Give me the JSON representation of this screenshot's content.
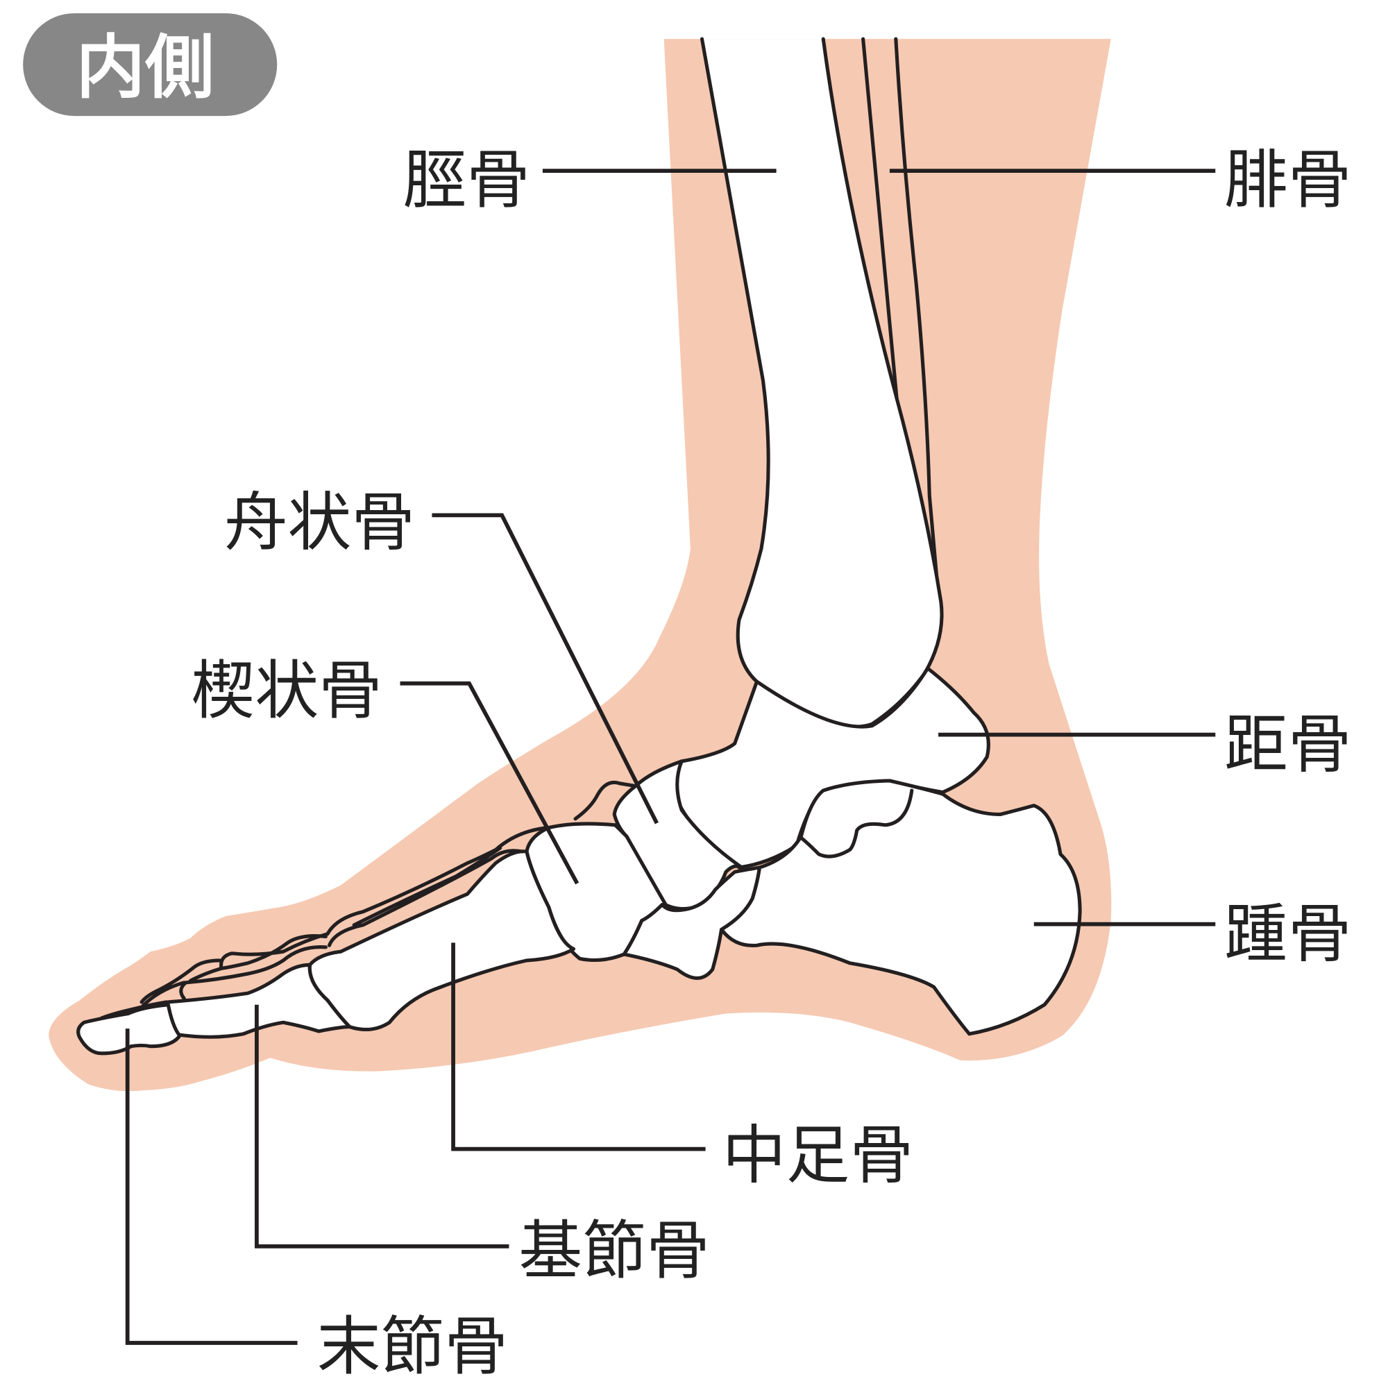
{
  "view_badge": {
    "label": "内側"
  },
  "labels": {
    "tibia": "脛骨",
    "fibula": "腓骨",
    "navicular": "舟状骨",
    "cuneiform": "楔状骨",
    "talus": "距骨",
    "calcaneus": "踵骨",
    "metatarsal": "中足骨",
    "proximal_phalanx": "基節骨",
    "distal_phalanx": "末節骨"
  },
  "colors": {
    "skin": "#f6c9b2",
    "badge": "#878787",
    "line": "#231f20"
  }
}
